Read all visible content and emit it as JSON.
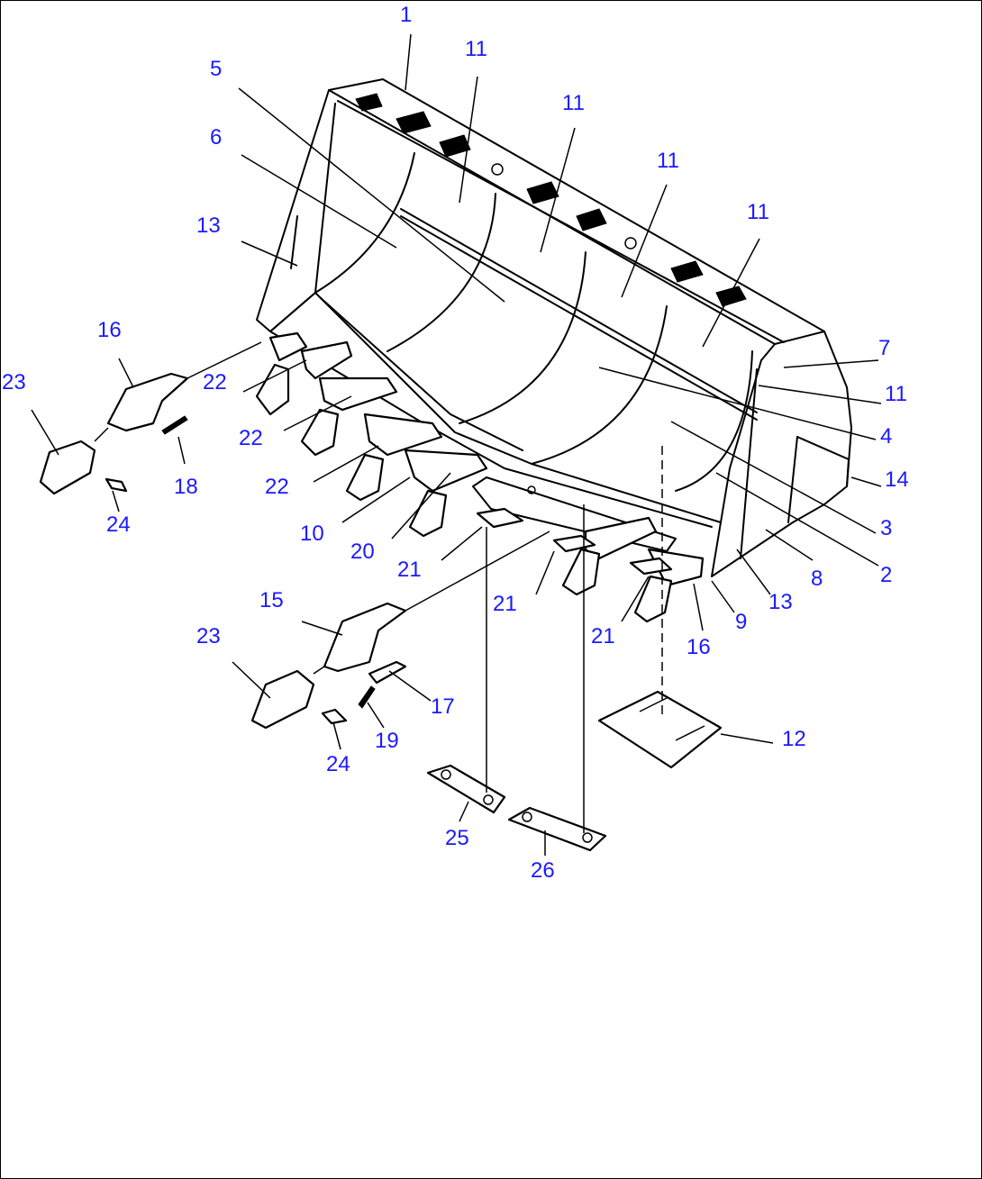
{
  "diagram": {
    "labels": [
      {
        "id": "l1",
        "text": "1"
      },
      {
        "id": "l5",
        "text": "5"
      },
      {
        "id": "l6",
        "text": "6"
      },
      {
        "id": "l13a",
        "text": "13"
      },
      {
        "id": "l11a",
        "text": "11"
      },
      {
        "id": "l11b",
        "text": "11"
      },
      {
        "id": "l11c",
        "text": "11"
      },
      {
        "id": "l11d",
        "text": "11"
      },
      {
        "id": "l11e",
        "text": "11"
      },
      {
        "id": "l7",
        "text": "7"
      },
      {
        "id": "l4",
        "text": "4"
      },
      {
        "id": "l14",
        "text": "14"
      },
      {
        "id": "l3",
        "text": "3"
      },
      {
        "id": "l2",
        "text": "2"
      },
      {
        "id": "l8",
        "text": "8"
      },
      {
        "id": "l13b",
        "text": "13"
      },
      {
        "id": "l9",
        "text": "9"
      },
      {
        "id": "l16b",
        "text": "16"
      },
      {
        "id": "l21d",
        "text": "21"
      },
      {
        "id": "l21c",
        "text": "21"
      },
      {
        "id": "l21b",
        "text": "21"
      },
      {
        "id": "l20",
        "text": "20"
      },
      {
        "id": "l10",
        "text": "10"
      },
      {
        "id": "l22c",
        "text": "22"
      },
      {
        "id": "l22b",
        "text": "22"
      },
      {
        "id": "l22a",
        "text": "22"
      },
      {
        "id": "l16a",
        "text": "16"
      },
      {
        "id": "l23a",
        "text": "23"
      },
      {
        "id": "l18",
        "text": "18"
      },
      {
        "id": "l24a",
        "text": "24"
      },
      {
        "id": "l15",
        "text": "15"
      },
      {
        "id": "l23b",
        "text": "23"
      },
      {
        "id": "l17",
        "text": "17"
      },
      {
        "id": "l19",
        "text": "19"
      },
      {
        "id": "l24b",
        "text": "24"
      },
      {
        "id": "l12",
        "text": "12"
      },
      {
        "id": "l25",
        "text": "25"
      },
      {
        "id": "l26",
        "text": "26"
      }
    ]
  }
}
